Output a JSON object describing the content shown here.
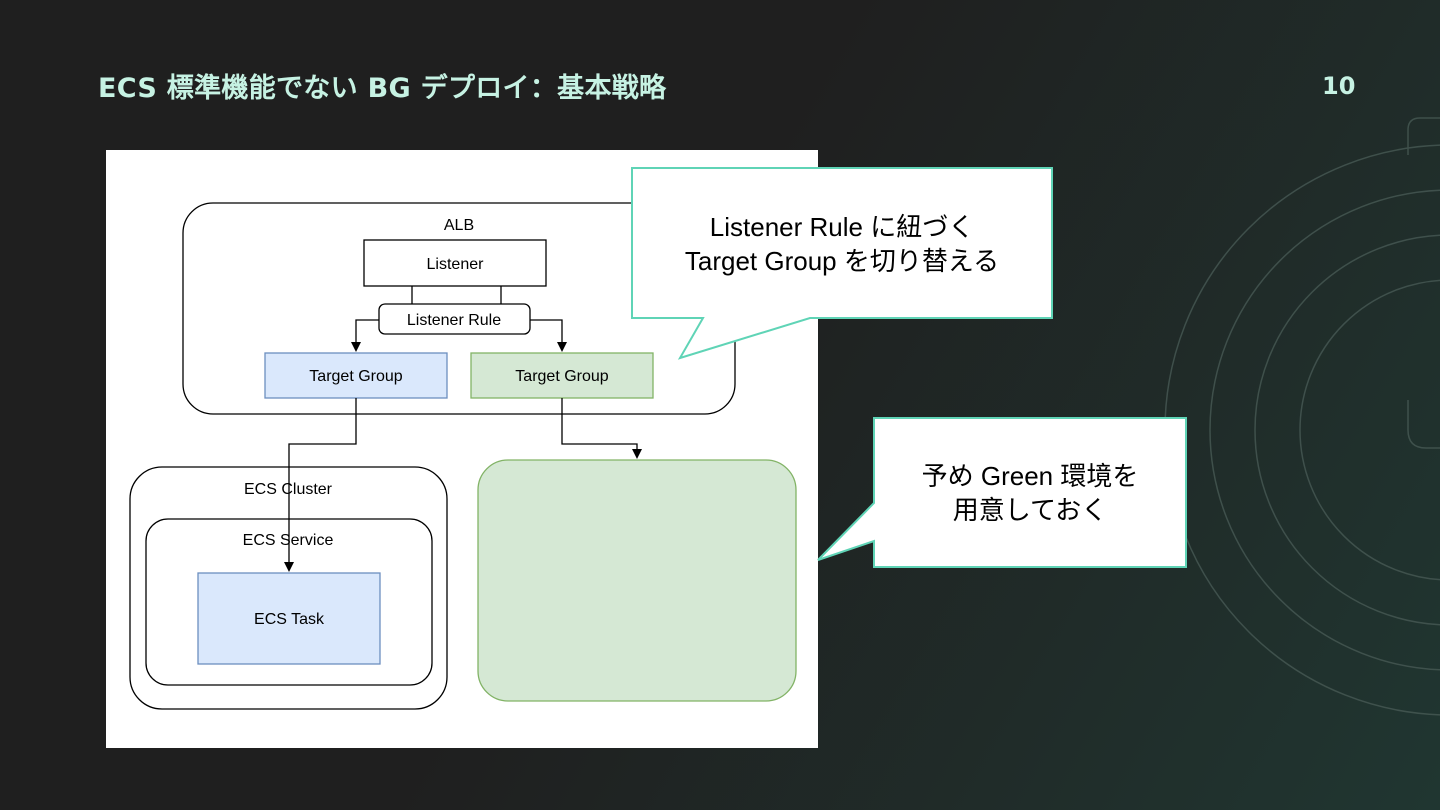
{
  "slide": {
    "title": "ECS 標準機能でない BG デプロイ：基本戦略",
    "page_number": "10"
  },
  "colors": {
    "background": "#1f1f1f",
    "title": "#c6f2e3",
    "accent_teal": "#5fd4b6",
    "blue_fill": "#dae8fc",
    "blue_stroke": "#6c8ebf",
    "green_fill": "#d5e8d4",
    "green_stroke": "#82b366"
  },
  "diagram": {
    "alb_label": "ALB",
    "listener_label": "Listener",
    "listener_rule_label": "Listener Rule",
    "target_group_blue_label": "Target Group",
    "target_group_green_label": "Target Group",
    "ecs_cluster_label": "ECS Cluster",
    "ecs_service_label": "ECS Service",
    "ecs_task_label": "ECS Task"
  },
  "callouts": {
    "top": {
      "line1": "Listener Rule に紐づく",
      "line2": "Target Group を切り替える"
    },
    "right": {
      "line1": "予め Green 環境を",
      "line2": "用意しておく"
    }
  }
}
